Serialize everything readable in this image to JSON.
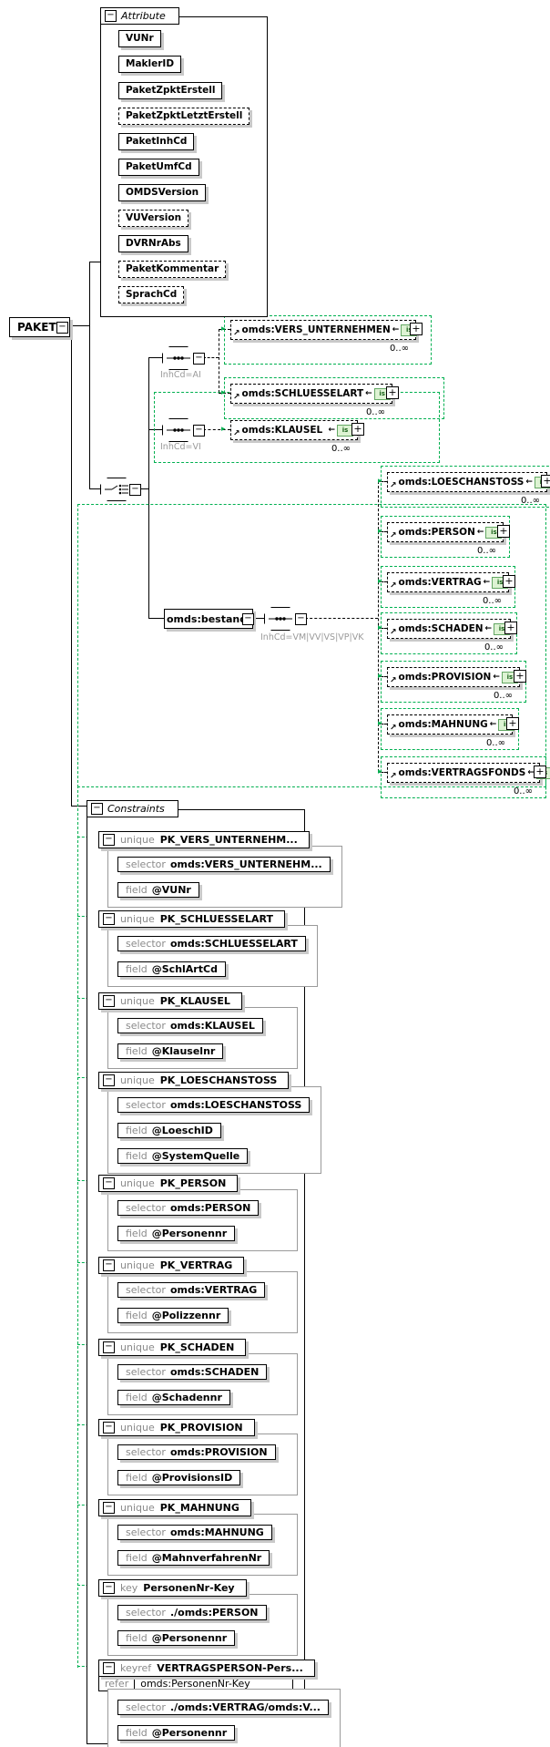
{
  "attribute_section": {
    "title": "Attribute",
    "items": [
      {
        "label": "VUNr",
        "optional": false
      },
      {
        "label": "MaklerID",
        "optional": false
      },
      {
        "label": "PaketZpktErstell",
        "optional": false
      },
      {
        "label": "PaketZpktLetztErstell",
        "optional": true
      },
      {
        "label": "PaketInhCd",
        "optional": false
      },
      {
        "label": "PaketUmfCd",
        "optional": false
      },
      {
        "label": "OMDSVersion",
        "optional": false
      },
      {
        "label": "VUVersion",
        "optional": true
      },
      {
        "label": "DVRNrAbs",
        "optional": false
      },
      {
        "label": "PaketKommentar",
        "optional": true
      },
      {
        "label": "SprachCd",
        "optional": true
      }
    ]
  },
  "root_element": {
    "label": "PAKET"
  },
  "branch_ai": {
    "condition_label": "InhCd=AI",
    "elements": [
      {
        "label": "omds:VERS_UNTERNEHMEN",
        "occurrence": "0..∞"
      },
      {
        "label": "omds:SCHLUESSELART",
        "occurrence": "0..∞"
      }
    ]
  },
  "branch_vi": {
    "condition_label": "InhCd=VI",
    "elements": [
      {
        "label": "omds:KLAUSEL",
        "occurrence": "0..∞"
      }
    ]
  },
  "branch_bestand": {
    "element_label": "omds:bestand",
    "condition_label": "InhCd=VM|VV|VS|VP|VK",
    "elements": [
      {
        "label": "omds:LOESCHANSTOSS",
        "occurrence": "0..∞"
      },
      {
        "label": "omds:PERSON",
        "occurrence": "0..∞"
      },
      {
        "label": "omds:VERTRAG",
        "occurrence": "0..∞"
      },
      {
        "label": "omds:SCHADEN",
        "occurrence": "0..∞"
      },
      {
        "label": "omds:PROVISION",
        "occurrence": "0..∞"
      },
      {
        "label": "omds:MAHNUNG",
        "occurrence": "0..∞"
      },
      {
        "label": "omds:VERTRAGSFONDS",
        "occurrence": "0..∞"
      }
    ]
  },
  "constraints_section": {
    "title": "Constraints",
    "items": [
      {
        "kind": "unique",
        "name": "PK_VERS_UNTERNEHM...",
        "selector": "omds:VERS_UNTERNEHM...",
        "fields": [
          "@VUNr"
        ]
      },
      {
        "kind": "unique",
        "name": "PK_SCHLUESSELART",
        "selector": "omds:SCHLUESSELART",
        "fields": [
          "@SchlArtCd"
        ]
      },
      {
        "kind": "unique",
        "name": "PK_KLAUSEL",
        "selector": "omds:KLAUSEL",
        "fields": [
          "@Klauselnr"
        ]
      },
      {
        "kind": "unique",
        "name": "PK_LOESCHANSTOSS",
        "selector": "omds:LOESCHANSTOSS",
        "fields": [
          "@LoeschID",
          "@SystemQuelle"
        ]
      },
      {
        "kind": "unique",
        "name": "PK_PERSON",
        "selector": "omds:PERSON",
        "fields": [
          "@Personennr"
        ]
      },
      {
        "kind": "unique",
        "name": "PK_VERTRAG",
        "selector": "omds:VERTRAG",
        "fields": [
          "@Polizzennr"
        ]
      },
      {
        "kind": "unique",
        "name": "PK_SCHADEN",
        "selector": "omds:SCHADEN",
        "fields": [
          "@Schadennr"
        ]
      },
      {
        "kind": "unique",
        "name": "PK_PROVISION",
        "selector": "omds:PROVISION",
        "fields": [
          "@ProvisionsID"
        ]
      },
      {
        "kind": "unique",
        "name": "PK_MAHNUNG",
        "selector": "omds:MAHNUNG",
        "fields": [
          "@MahnverfahrenNr"
        ]
      },
      {
        "kind": "key",
        "name": "PersonenNr-Key",
        "selector": "./omds:PERSON",
        "fields": [
          "@Personennr"
        ]
      },
      {
        "kind": "keyref",
        "name": "VERTRAGSPERSON-Pers...",
        "refer": "omds:PersonenNr-Key",
        "selector": "./omds:VERTRAG/omds:V...",
        "fields": [
          "@Personennr"
        ]
      }
    ]
  },
  "static_labels": {
    "selector": "selector",
    "field": "field",
    "refer": "refer"
  },
  "icons": {
    "collapse": "−",
    "expand": "+",
    "reference_arrow": "↗",
    "badge_arrow": "←",
    "link_arrow": "▸",
    "badge": "is"
  },
  "colors": {
    "optional_group": "#00b050",
    "shadow": "#c9c9c9"
  }
}
